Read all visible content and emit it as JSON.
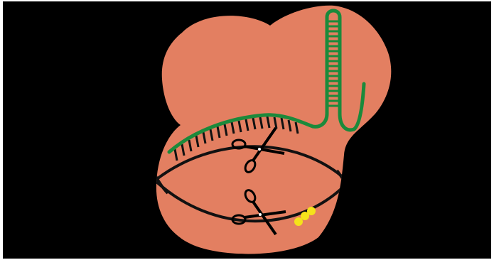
{
  "diagram": {
    "subject": "cas9-dna-cutting",
    "colors": {
      "background": "#000000",
      "frame": "#ffffff",
      "protein": "#e37f61",
      "guide_rna": "#1b8a3b",
      "dna": "#111111",
      "pam": "#f5e21a",
      "scissors": "#000000",
      "scissors_pivot": "#ffffff"
    },
    "components": [
      {
        "name": "cas9-protein",
        "kind": "shape"
      },
      {
        "name": "guide-rna",
        "kind": "strand"
      },
      {
        "name": "target-dna",
        "kind": "double-helix"
      },
      {
        "name": "pam-site",
        "kind": "dots",
        "count": 3
      },
      {
        "name": "cleavage-site",
        "kind": "scissors-icon",
        "count": 2
      }
    ]
  }
}
